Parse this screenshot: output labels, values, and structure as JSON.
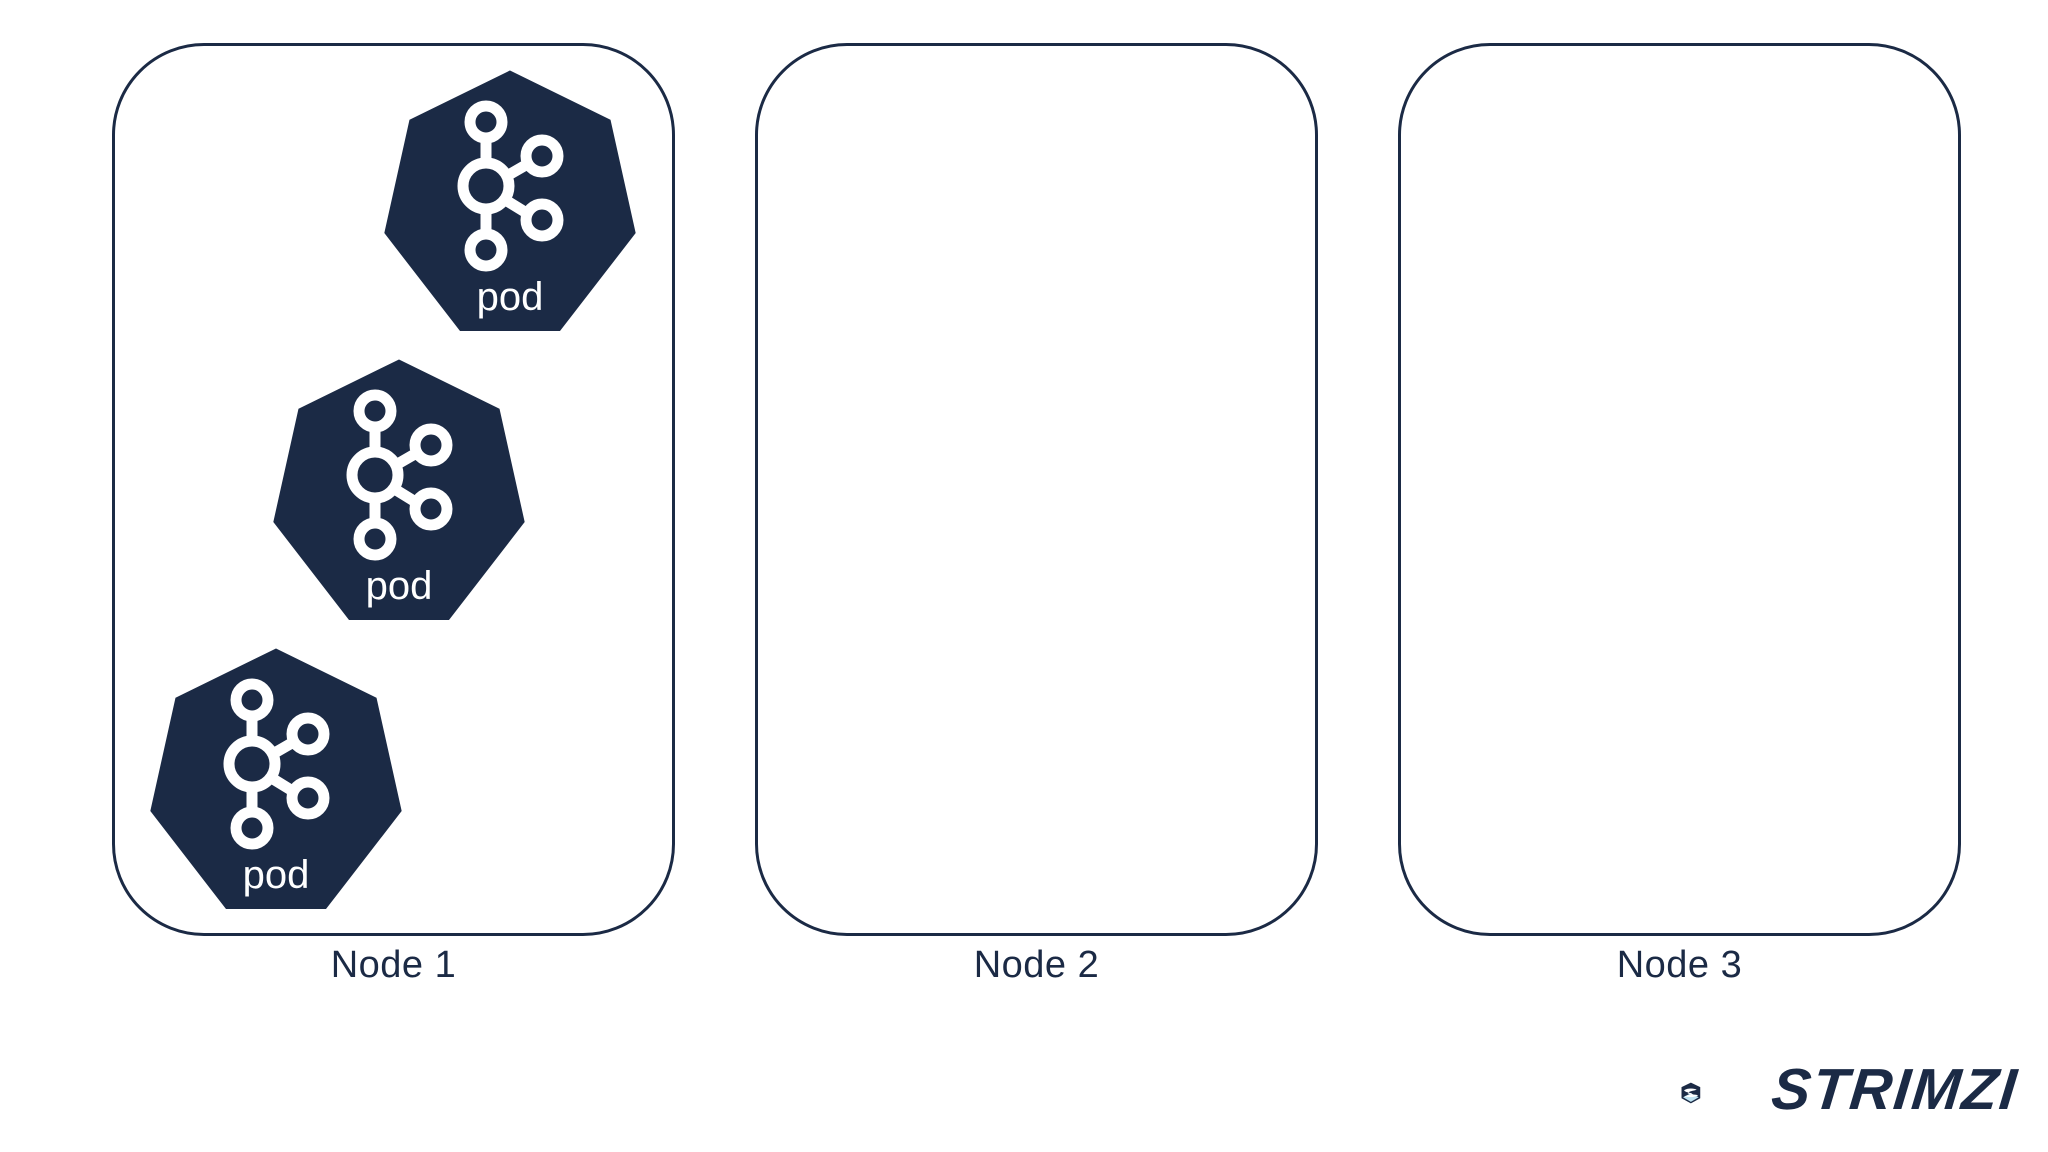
{
  "nodes": [
    {
      "label": "Node 1",
      "pod_count": 3
    },
    {
      "label": "Node 2",
      "pod_count": 0
    },
    {
      "label": "Node 3",
      "pod_count": 0
    }
  ],
  "pod": {
    "label": "pod",
    "icon": "kafka-icon",
    "shape": "heptagon"
  },
  "brand": {
    "name": "STRIMZI",
    "icon": "strimzi-logo-icon"
  },
  "colors": {
    "pod_fill": "#1b2a45",
    "node_border": "#1b2a45",
    "text": "#1b2a45",
    "icon": "#ffffff",
    "logo_accent": "#bfe3f2"
  }
}
